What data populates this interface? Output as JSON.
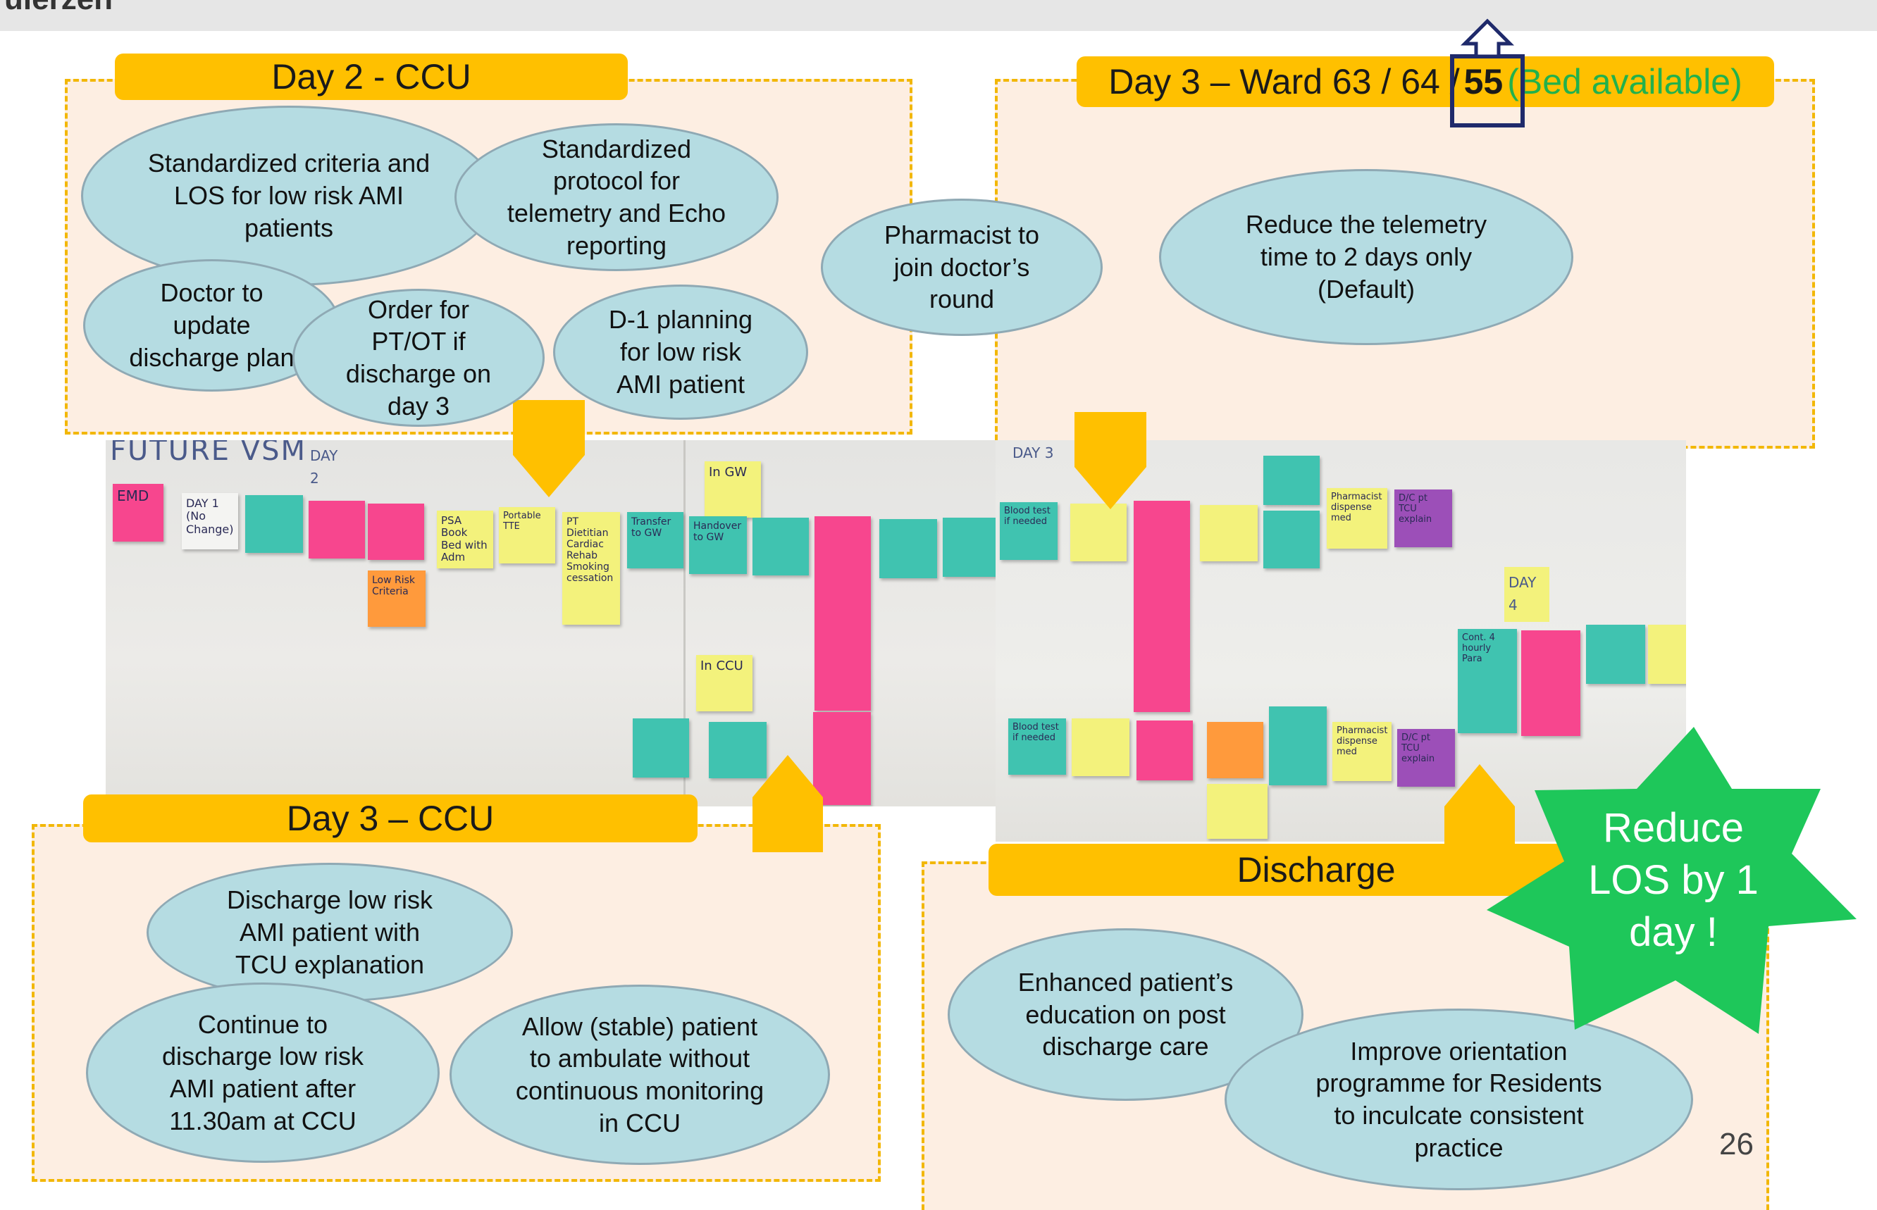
{
  "header": {
    "partial_text": "ulerzen"
  },
  "sections": {
    "day2_ccu": {
      "title": "Day 2 - CCU",
      "ideas": [
        "Standardized criteria and LOS for low risk AMI patients",
        "Standardized protocol for telemetry and Echo reporting",
        "Doctor to update discharge plan",
        "Order for PT/OT if discharge on day 3",
        "D-1 planning for low risk AMI patient"
      ]
    },
    "shared_idea": "Pharmacist to join doctor’s round",
    "day3_ward": {
      "title_prefix": "Day 3 – Ward 63 / 64 /",
      "title_highlight": "55",
      "title_suffix": "(Bed available)",
      "ideas": [
        "Reduce the telemetry time to 2 days only (Default)"
      ]
    },
    "day3_ccu": {
      "title": "Day 3 – CCU",
      "ideas": [
        "Discharge low risk AMI patient with TCU explanation",
        "Continue to discharge low risk AMI patient after 11.30am at CCU",
        "Allow (stable) patient to ambulate without continuous monitoring in CCU"
      ]
    },
    "discharge": {
      "title": "Discharge",
      "ideas": [
        "Enhanced patient’s education on post discharge care",
        "Improve orientation programme for Residents to inculcate consistent practice"
      ]
    }
  },
  "callout": {
    "text": "Reduce LOS by 1 day !",
    "color": "#1ec75a"
  },
  "photo": {
    "handwriting": [
      "FUTURE VSM",
      "DAY 2",
      "DAY 3",
      "DAY 4",
      "In CCU",
      "In GW"
    ],
    "notes": [
      "EMD",
      "DAY 1 (No Change)",
      "PSA Book Bed with Adm",
      "Low Risk Criteria",
      "PT Dietitian Cardiac Rehab Smoking cessation",
      "Transfer to GW",
      "Handover to GW",
      "Blood test if needed",
      "Pharmacist dispense med",
      "D/C pt TCU explain",
      "Portable TTE",
      "Cont. 4 hourly Para",
      "Blood test if needed"
    ]
  },
  "colors": {
    "banner": "#ffc000",
    "zone_fill": "#fdeee2",
    "zone_border": "#f2b705",
    "ellipse_fill": "#b5dce2",
    "highlight_box": "#1f2a6b",
    "bed_available": "#22b14c"
  },
  "page_number": "26"
}
